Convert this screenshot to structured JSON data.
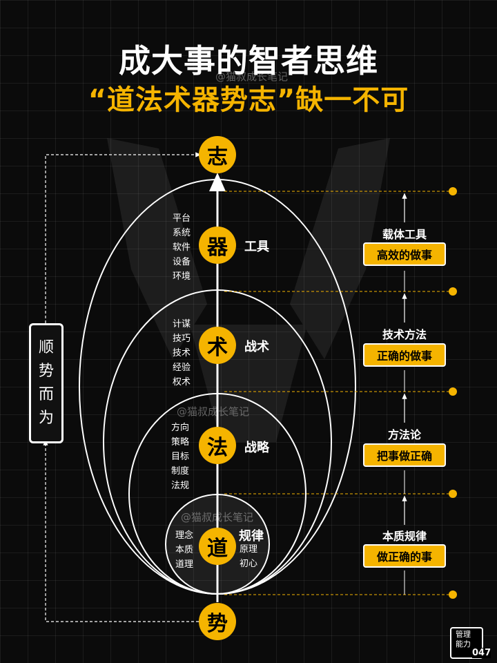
{
  "title": {
    "line1": "成大事的智者思维",
    "line2": "“道法术器势志”缺一不可"
  },
  "watermark": "@猫叔成长笔记",
  "top_node": "志",
  "bottom_node": "势",
  "left_box": [
    "顺",
    "势",
    "而",
    "为"
  ],
  "layers": [
    {
      "char": "器",
      "side": "工具",
      "items": [
        "平台",
        "系统",
        "软件",
        "设备",
        "环境"
      ],
      "right_label": "载体工具",
      "right_box": "高效的做事"
    },
    {
      "char": "术",
      "side": "战术",
      "items": [
        "计谋",
        "技巧",
        "技术",
        "经验",
        "权术"
      ],
      "right_label": "技术方法",
      "right_box": "正确的做事"
    },
    {
      "char": "法",
      "side": "战略",
      "items": [
        "方向",
        "策略",
        "目标",
        "制度",
        "法规"
      ],
      "right_label": "方法论",
      "right_box": "把事做正确"
    },
    {
      "char": "道",
      "side": "规律",
      "items": [
        "理念",
        "本质",
        "道理"
      ],
      "side_items": [
        "原理",
        "初心"
      ],
      "right_label": "本质规律",
      "right_box": "做正确的事"
    }
  ],
  "badge": {
    "line1": "管理",
    "line2": "能力",
    "number": "047"
  },
  "colors": {
    "accent": "#f5b400",
    "background": "#0b0b0b",
    "line": "#ffffff"
  }
}
